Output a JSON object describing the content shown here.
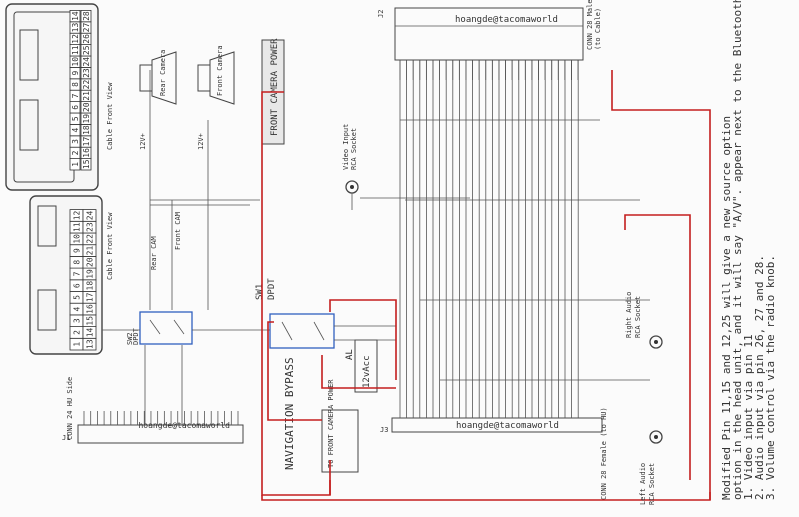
{
  "conn24": {
    "side_label": "CONN 24 HU Side",
    "j_label": "J1",
    "cable_view": "Cable Front View",
    "pins_top": [
      "1",
      "2",
      "3",
      "4",
      "5",
      "6",
      "7",
      "8",
      "9",
      "10",
      "11",
      "12"
    ],
    "pins_bottom": [
      "13",
      "14",
      "15",
      "16",
      "17",
      "18",
      "19",
      "20",
      "21",
      "22",
      "23",
      "24"
    ],
    "watermark": "hoangde@tacomaworld"
  },
  "conn28": {
    "cable_view": "Cable Front View",
    "pins_top": [
      "1",
      "2",
      "3",
      "4",
      "5",
      "6",
      "7",
      "8",
      "9",
      "10",
      "11",
      "12",
      "13",
      "14"
    ],
    "pins_bottom": [
      "15",
      "16",
      "17",
      "18",
      "19",
      "20",
      "21",
      "22",
      "23",
      "24",
      "25",
      "26",
      "27",
      "28"
    ]
  },
  "conn28_male": {
    "j_label": "J2",
    "label": "CONN 28 Male",
    "sublabel": "(to Cable)",
    "watermark": "hoangde@tacomaworld"
  },
  "conn28_female": {
    "j_label": "J3",
    "label": "CONN 28 Female (to HU)",
    "watermark": "hoangde@tacomaworld"
  },
  "cameras": {
    "rear": "Rear Camera",
    "front": "Front Camera",
    "rear_can": "Rear CAM",
    "front_can": "Front CAM",
    "power": "12V+"
  },
  "front_camera_power": "FRONT CAMERA POWER",
  "sw1": {
    "name": "SW1",
    "type": "DPDT"
  },
  "sw2": {
    "name": "SW2",
    "type": "DPDT"
  },
  "navigation_bypass": "NAVIGATION BYPASS",
  "twelve_v_acc": "12vAcc",
  "to_front_camera_power": "TO FRONT CAMERA POWER",
  "sockets": {
    "video": [
      "Video Input",
      "RCA Socket"
    ],
    "right_audio": [
      "Right Audio",
      "RCA Socket"
    ],
    "left_audio": [
      "Left Audio",
      "RCA Socket"
    ]
  },
  "notes": [
    "Modified Pin 11,15 and 12,25 will give a new source option",
    "option in the head unit, and it will say \"A/V\".  appear next to the Bluetooth",
    "1. Video input via pin 11",
    "2. Audio input via pin 26, 27 and 28.",
    "3. Volume control via the radio knob."
  ]
}
